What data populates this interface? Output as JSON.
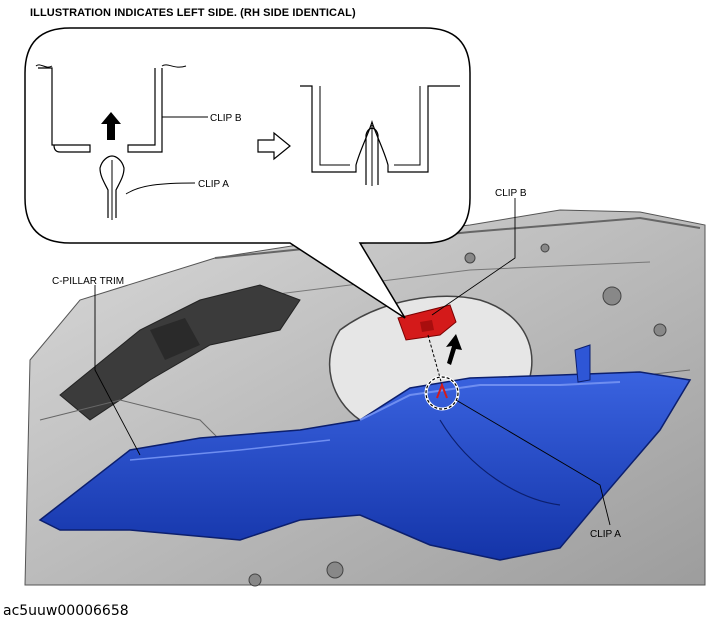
{
  "title": "ILLUSTRATION INDICATES LEFT SIDE. (RH SIDE IDENTICAL)",
  "labels": {
    "clip_b_inset": "CLIP B",
    "clip_a_inset": "CLIP A",
    "clip_b_main": "CLIP B",
    "c_pillar_trim": "C-PILLAR TRIM",
    "clip_a_main": "CLIP A"
  },
  "figure_code": "ac5uuw00006658",
  "colors": {
    "trim_blue": "#1f47c9",
    "clip_red": "#d41a1a",
    "body_gray": "#b8b8b8"
  }
}
